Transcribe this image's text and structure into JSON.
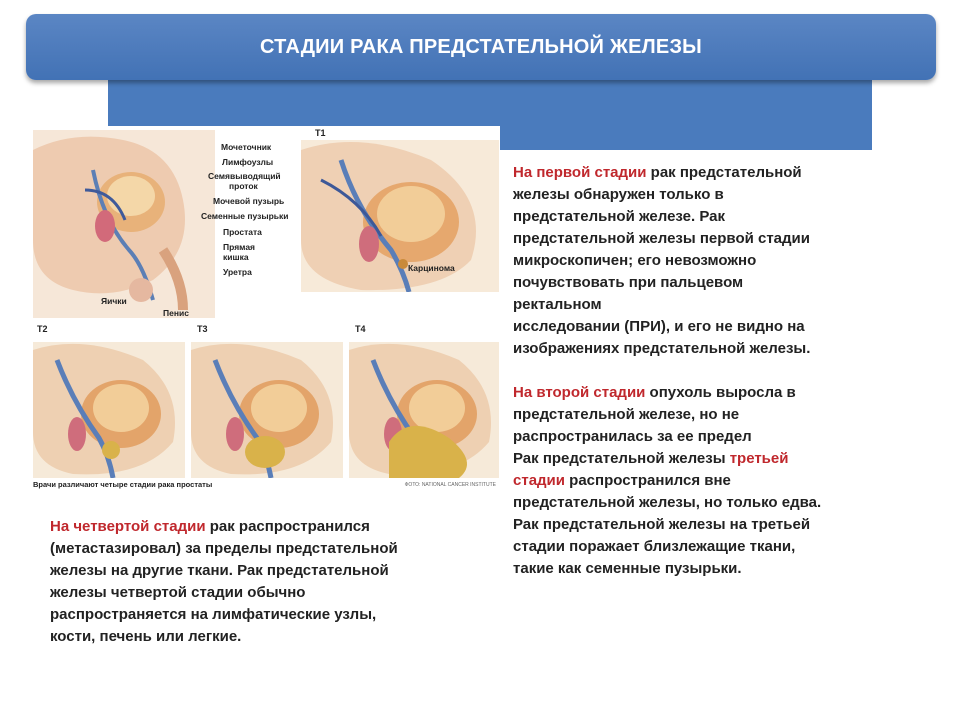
{
  "title": "СТАДИИ РАКА ПРЕДСТАТЕЛЬНОЙ ЖЕЛЕЗЫ",
  "figure": {
    "stages": [
      "T1",
      "T2",
      "T3",
      "T4"
    ],
    "labels": [
      "Мочеточник",
      "Лимфоузлы",
      "Семявыводящий",
      "проток",
      "Мочевой пузырь",
      "Семенные пузырьки",
      "Простата",
      "Прямая",
      "кишка",
      "Уретра",
      "Яички",
      "Пенис",
      "Карцинома"
    ],
    "caption": "Врачи различают четыре стадии рака простаты",
    "credit": "ФОТО: NATIONAL CANCER INSTITUTE"
  },
  "right_text": {
    "stage1": [
      "На первой стадии",
      " рак предстательной"
    ],
    "stage1_lines": [
      "железы обнаружен только в",
      "предстательной железе. Рак",
      "предстательной железы первой стадии",
      " микроскопичен; его невозможно",
      "почувствовать при пальцевом",
      "ректальном",
      "исследовании (ПРИ), и его не видно на",
      "изображениях предстательной железы."
    ],
    "stage2": [
      "На второй стадии",
      " опухоль выросла в"
    ],
    "stage2_lines": [
      " предстательной железе, но не",
      "распространилась за ее предел"
    ],
    "stage3_first": [
      "Рак предстательной железы ",
      "третьей"
    ],
    "stage3_second": [
      "стадии",
      " распространился вне"
    ],
    "stage3_lines": [
      "предстательной железы, но только едва.",
      " Рак предстательной железы на третьей",
      "стадии поражает близлежащие ткани,",
      "такие как семенные пузырьки."
    ]
  },
  "left_text": {
    "stage4": [
      "На четвертой стадии",
      " рак распространился"
    ],
    "stage4_lines": [
      "(метастазировал) за пределы предстательной",
      " железы на другие ткани. Рак предстательной",
      "железы четвертой стадии обычно",
      "распространяется на лимфатические узлы,",
      "кости, печень или легкие."
    ]
  }
}
